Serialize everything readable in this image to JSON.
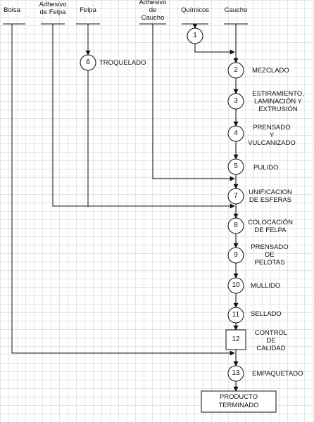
{
  "inputs": {
    "bolsa": "Bolsa",
    "adhesivo_felpa": "Adhesivo\nde Felpa",
    "felpa": "Felpa",
    "adhesivo_caucho": "Adhesivo\nde\nCaucho",
    "quimicos": "Químicos",
    "caucho": "Caucho"
  },
  "steps": [
    {
      "num": "1",
      "label": ""
    },
    {
      "num": "2",
      "label": "MEZCLADO"
    },
    {
      "num": "3",
      "label": "ESTIRAMIENTO,\nLAMINACIÓN Y\nEXTRUSIÓN"
    },
    {
      "num": "4",
      "label": "PRENSADO\nY\nVULCANIZADO"
    },
    {
      "num": "5",
      "label": "PULIDO"
    },
    {
      "num": "6",
      "label": "TROQUELADO"
    },
    {
      "num": "7",
      "label": "UNIFICACION\nDE ESFERAS"
    },
    {
      "num": "8",
      "label": "COLOCACIÓN\nDE FELPA"
    },
    {
      "num": "9",
      "label": "PRENSADO\nDE\nPELOTAS"
    },
    {
      "num": "10",
      "label": "MULLIDO"
    },
    {
      "num": "11",
      "label": "SELLADO"
    },
    {
      "num": "12",
      "label": "CONTROL\nDE\nCALIDAD"
    },
    {
      "num": "13",
      "label": "EMPAQUETADO"
    }
  ],
  "final_product": "PRODUCTO\nTERMINADO"
}
